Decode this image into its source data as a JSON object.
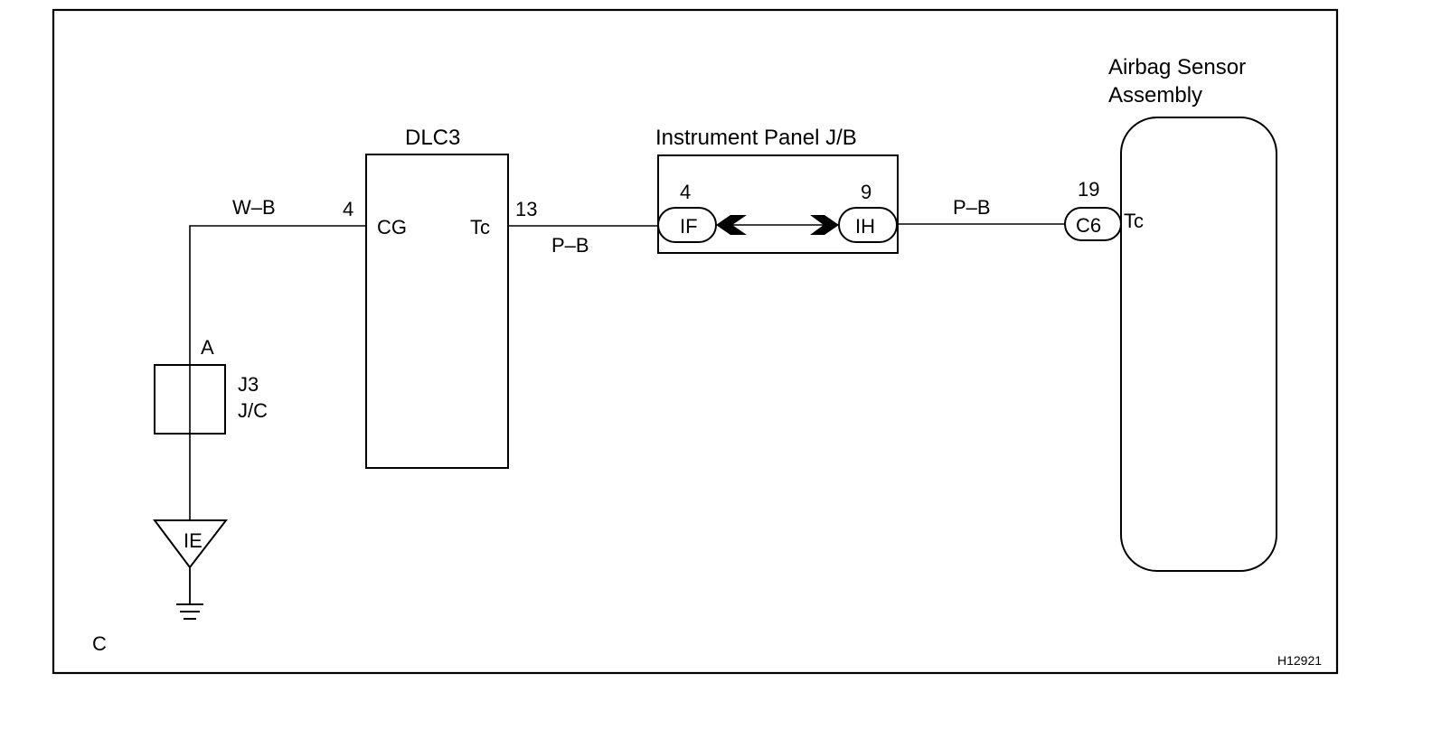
{
  "components": {
    "dlc3": {
      "title": "DLC3",
      "pin_cg_num": "4",
      "pin_cg": "CG",
      "pin_tc": "Tc",
      "pin_tc_num": "13"
    },
    "jb": {
      "title": "Instrument Panel J/B",
      "left_pin_num": "4",
      "left_connector": "IF",
      "right_pin_num": "9",
      "right_connector": "IH"
    },
    "airbag": {
      "title_line1": "Airbag Sensor",
      "title_line2": "Assembly",
      "pin_num": "19",
      "connector": "C6",
      "pin": "Tc"
    },
    "junction": {
      "pin": "A",
      "name_line1": "J3",
      "name_line2": "J/C"
    },
    "ground": {
      "label": "IE"
    }
  },
  "wires": {
    "ground_to_dlc": "W–B",
    "dlc_to_jb": "P–B",
    "jb_to_airbag": "P–B"
  },
  "footer": {
    "section": "C",
    "diagram_code": "H12921"
  }
}
